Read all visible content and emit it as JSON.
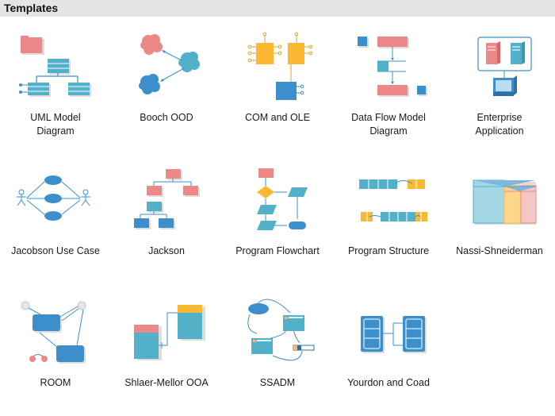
{
  "header": {
    "title": "Templates"
  },
  "colors": {
    "pink": "#ec8888",
    "teal": "#52b0c9",
    "blue": "#3d8fcb",
    "orange": "#fbb832",
    "line": "#3d8fcb",
    "header_bg": "#e4e4e4"
  },
  "templates": [
    {
      "label": "UML Model\nDiagram",
      "icon": "uml-model-icon"
    },
    {
      "label": "Booch OOD",
      "icon": "booch-ood-icon"
    },
    {
      "label": "COM and OLE",
      "icon": "com-ole-icon"
    },
    {
      "label": "Data Flow Model\nDiagram",
      "icon": "data-flow-icon"
    },
    {
      "label": "Enterprise\nApplication",
      "icon": "enterprise-application-icon"
    },
    {
      "label": "Jacobson Use Case",
      "icon": "jacobson-use-case-icon"
    },
    {
      "label": "Jackson",
      "icon": "jackson-icon"
    },
    {
      "label": "Program Flowchart",
      "icon": "program-flowchart-icon"
    },
    {
      "label": "Program Structure",
      "icon": "program-structure-icon"
    },
    {
      "label": "Nassi-Shneiderman",
      "icon": "nassi-shneiderman-icon"
    },
    {
      "label": "ROOM",
      "icon": "room-icon"
    },
    {
      "label": "Shlaer-Mellor OOA",
      "icon": "shlaer-mellor-icon"
    },
    {
      "label": "SSADM",
      "icon": "ssadm-icon"
    },
    {
      "label": "Yourdon and Coad",
      "icon": "yourdon-coad-icon"
    }
  ]
}
